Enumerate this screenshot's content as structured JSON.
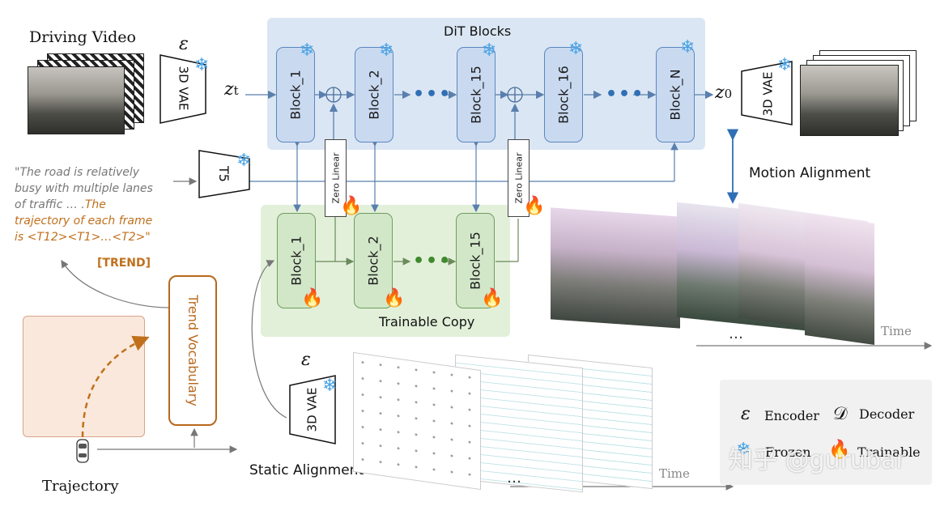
{
  "dit": {
    "title": "DiT Blocks",
    "blocks": [
      "Block_1",
      "Block_2",
      "Block_15",
      "Block_16",
      "Block_N"
    ],
    "ellipsis": "•••"
  },
  "trainable": {
    "title": "Trainable Copy",
    "blocks": [
      "Block_1",
      "Block_2",
      "Block_15"
    ],
    "ellipsis": "•••"
  },
  "zero_linear": "Zero Linear",
  "vae": {
    "encoder_label": "3D VAE",
    "decoder_label": "3D VAE",
    "static_label": "3D VAE",
    "enc_symbol": "ε"
  },
  "t5": {
    "label": "T5"
  },
  "latents": {
    "zt": "z",
    "zt_sub": "t",
    "z0": "z",
    "z0_sub": "0"
  },
  "driving_video": "Driving Video",
  "prompt": {
    "gray": "\"The road is relatively busy with multiple lanes of traffic … .The",
    "orange": "trajectory of each frame is <T12><T1>…<T2>\"",
    "line1": "\"The road is relatively",
    "line2": "busy with multiple lanes",
    "line3a": "of traffic … .",
    "line3b": "The",
    "line4": "trajectory of each frame",
    "line5": "is <T12><T1>…<T2>\""
  },
  "trend_token": "[TREND]",
  "trend_vocab": "Trend Vocabulary",
  "trajectory": "Trajectory",
  "motion_alignment": "Motion Alignment",
  "static_alignment": "Static Alignment",
  "time_label": "Time",
  "frames_ellipsis": "…",
  "legend": {
    "encoder_symbol": "ε",
    "encoder": "Encoder",
    "decoder_symbol": "𝒟",
    "decoder": "Decoder",
    "frozen": "Frozen",
    "trainable": "Trainable"
  },
  "watermark": "知乎 @gurubar",
  "icons": {
    "frozen": "snowflake-icon",
    "trainable": "fire-icon"
  },
  "colors": {
    "dit_panel": "#dbe6f4",
    "dit_block": "#c9daf0",
    "dit_border": "#5b87c0",
    "train_panel": "#e2f0da",
    "train_block": "#d2e7c8",
    "train_border": "#6e9d5e",
    "orange_text": "#c0701c",
    "vocab_border": "#b8681c",
    "arrow_blue": "#2f6fb5"
  }
}
